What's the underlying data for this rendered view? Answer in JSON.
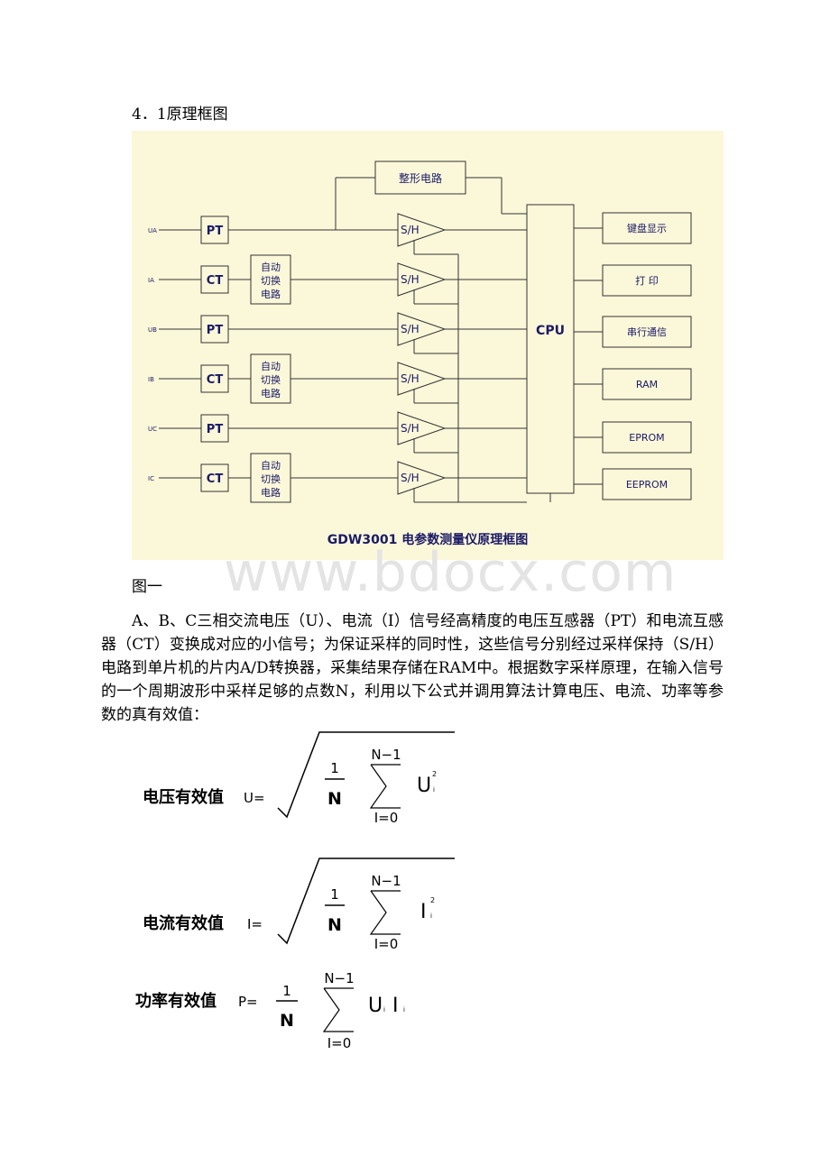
{
  "heading": "4．1原理框图",
  "figure_label": "图一",
  "watermark": "www.bdocx.com",
  "paragraph": "A、B、C三相交流电压（U）、电流（I）信号经高精度的电压互感器（PT）和电流互感器（CT）变换成对应的小信号；为保证采样的同时性，这些信号分别经过采样保持（S/H）电路到单片机的片内A/D转换器，采集结果存储在RAM中。根据数字采样原理，在输入信号的一个周期波形中采样足够的点数N，利用以下公式并调用算法计算电压、电流、功率等参数的真有效值：",
  "colors": {
    "diagram_bg": "#fbf7d9",
    "ink": "#1a1a66",
    "line": "#333333"
  },
  "diagram": {
    "caption": "GDW3001 电参数测量仪原理框图",
    "shaping": "整形电路",
    "cpu": "CPU",
    "sh": "S/H",
    "switch_lines": [
      "自动",
      "切换",
      "电路"
    ],
    "channels": [
      {
        "input": "UA",
        "box": "PT"
      },
      {
        "input": "IA",
        "box": "CT"
      },
      {
        "input": "UB",
        "box": "PT"
      },
      {
        "input": "IB",
        "box": "CT"
      },
      {
        "input": "UC",
        "box": "PT"
      },
      {
        "input": "IC",
        "box": "CT"
      }
    ],
    "peripherals": [
      "键盘显示",
      "打 印",
      "串行通信",
      "RAM",
      "EPROM",
      "EEPROM"
    ]
  },
  "formulas": {
    "voltage": {
      "label": "电压有效值",
      "lhs": "U=",
      "num": "1",
      "den": "N",
      "top": "N−1",
      "bottom": "I=0",
      "term": "U",
      "sup": "2",
      "sub": "i"
    },
    "current": {
      "label": "电流有效值",
      "lhs": "I=",
      "num": "1",
      "den": "N",
      "top": "N−1",
      "bottom": "I=0",
      "term": "I",
      "sup": "2",
      "sub": "i"
    },
    "power": {
      "label": "功率有效值",
      "lhs": "P=",
      "num": "1",
      "den": "N",
      "top": "N−1",
      "bottom": "I=0",
      "term1": "U",
      "sub1": "i",
      "term2": "I",
      "sub2": "i"
    }
  }
}
